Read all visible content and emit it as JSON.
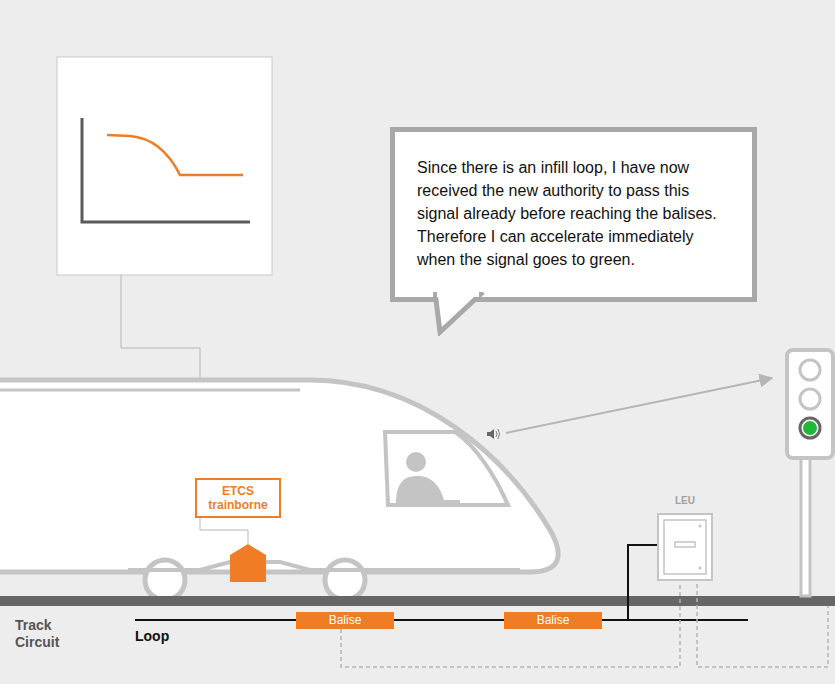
{
  "diagram": {
    "nodes": [
      {
        "text": [
          "Since there is an infill loop, I have now received the new authority to pass this signal already before reaching the balises. Therefore I can accelerate immediately when the signal goes to green."
        ]
      },
      {
        "text": [
          "ETCS trainborne"
        ]
      },
      {
        "text": [
          "Balise"
        ]
      },
      {
        "text": [
          "Balise"
        ]
      },
      {
        "text": [
          "LEU"
        ]
      }
    ],
    "edges": [
      {
        "from": 2,
        "to": 4,
        "arrow": "none"
      }
    ],
    "labels": [
      "Track Circuit",
      "Loop"
    ]
  }
}
